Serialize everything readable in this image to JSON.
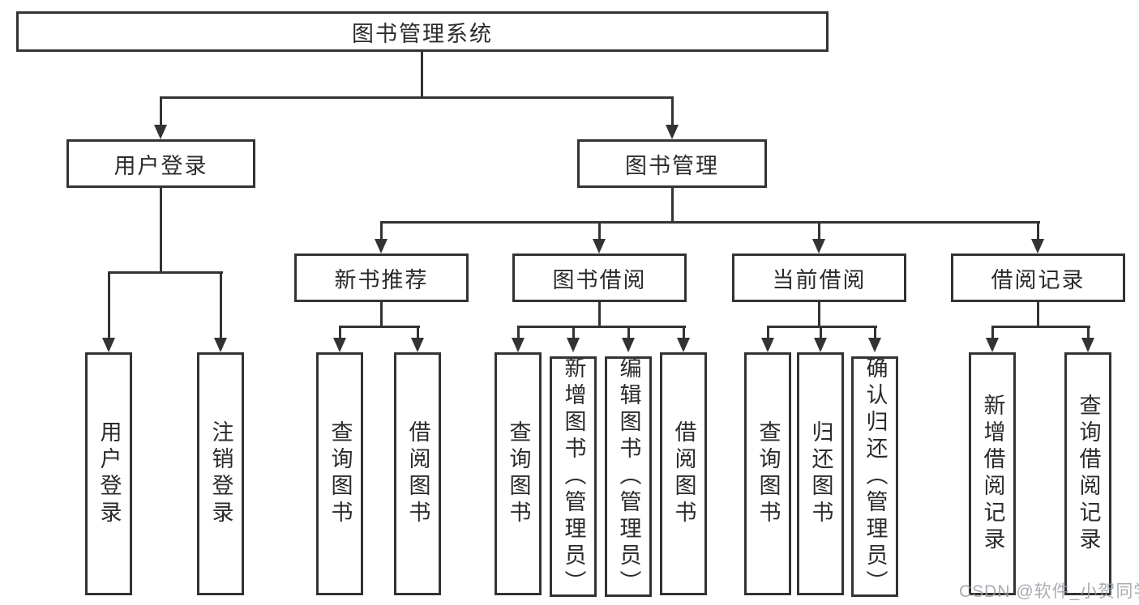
{
  "title": {
    "label": "图书管理系统"
  },
  "level2": [
    {
      "label": "用户登录"
    },
    {
      "label": "图书管理"
    }
  ],
  "level3": [
    {
      "label": "新书推荐"
    },
    {
      "label": "图书借阅"
    },
    {
      "label": "当前借阅"
    },
    {
      "label": "借阅记录"
    }
  ],
  "leaves": [
    {
      "label": "用户登录"
    },
    {
      "label": "注销登录"
    },
    {
      "label": "查询图书"
    },
    {
      "label": "借阅图书"
    },
    {
      "label": "查询图书"
    },
    {
      "label": "新增图书（管理员）"
    },
    {
      "label": "编辑图书（管理员）"
    },
    {
      "label": "借阅图书"
    },
    {
      "label": "查询图书"
    },
    {
      "label": "归还图书"
    },
    {
      "label": "确认归还（管理员）"
    },
    {
      "label": "新增借阅记录"
    },
    {
      "label": "查询借阅记录"
    }
  ],
  "watermark": {
    "text": "CSDN @软件_小贺同学"
  },
  "colors": {
    "line": "#333333",
    "text": "#2b2b2b",
    "background": "#ffffff",
    "watermark": "#9a9ea4"
  }
}
